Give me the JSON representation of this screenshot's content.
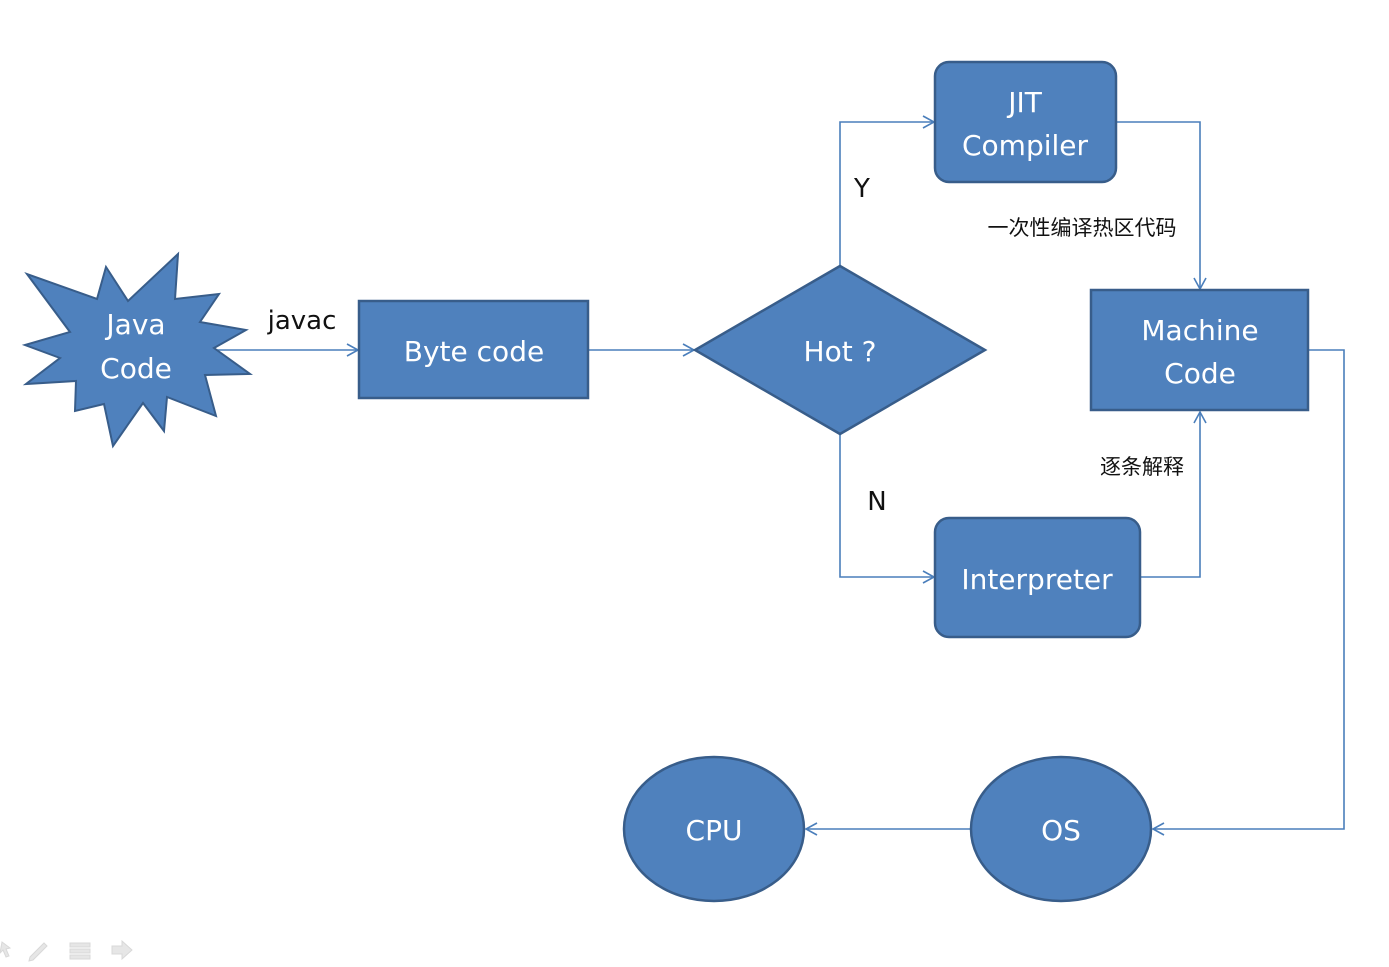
{
  "colors": {
    "node_fill": "#4F81BD",
    "node_stroke": "#385D8A",
    "edge": "#4A7EBB",
    "label_text": "#111111",
    "node_text": "#FFFFFF"
  },
  "nodes": {
    "java_code": {
      "line1": "Java",
      "line2": "Code"
    },
    "byte_code": {
      "label": "Byte code"
    },
    "hot": {
      "label": "Hot ?"
    },
    "jit": {
      "line1": "JIT",
      "line2": "Compiler"
    },
    "interpreter": {
      "label": "Interpreter"
    },
    "machine_code": {
      "line1": "Machine",
      "line2": "Code"
    },
    "os": {
      "label": "OS"
    },
    "cpu": {
      "label": "CPU"
    }
  },
  "edges": {
    "javac": "javac",
    "yes": "Y",
    "no": "N",
    "jit_note": "一次性编译热区代码",
    "interp_note": "逐条解释"
  },
  "toolbar": {
    "icons": [
      "pointer-icon",
      "pen-icon",
      "menu-icon",
      "arrow-right-icon"
    ]
  }
}
